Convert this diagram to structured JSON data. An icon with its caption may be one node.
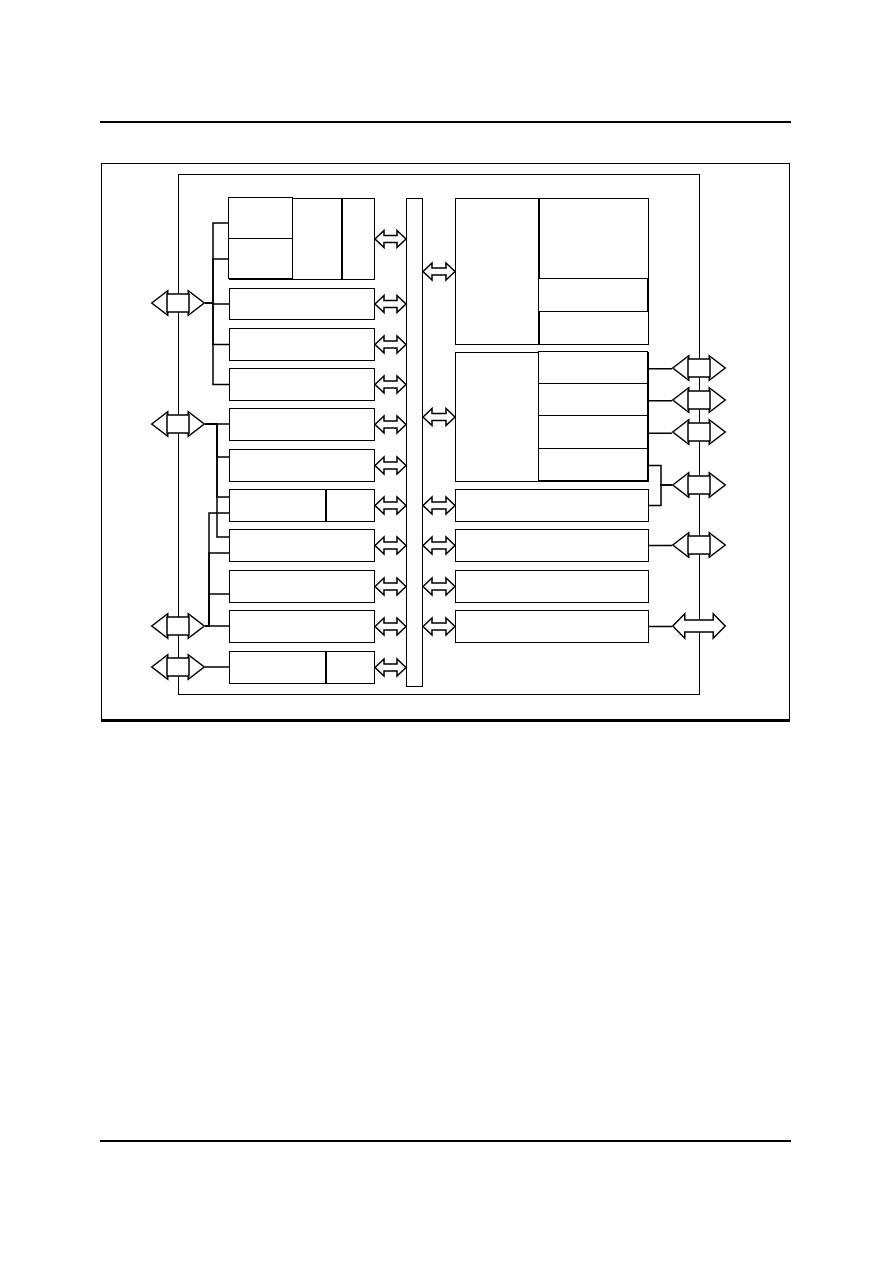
{
  "diagram": {
    "nodes": [
      {
        "text": [],
        "shape": "box"
      },
      {
        "text": [],
        "shape": "box",
        "in": 0
      },
      {
        "text": [],
        "shape": "box",
        "in": 1
      },
      {
        "text": [],
        "shape": "box",
        "in": 1
      },
      {
        "text": [],
        "shape": "box",
        "in": 0
      },
      {
        "text": [],
        "shape": "box",
        "in": 0
      },
      {
        "text": [],
        "shape": "box",
        "in": 0
      },
      {
        "text": [],
        "shape": "box",
        "in": 0
      },
      {
        "text": [],
        "shape": "box",
        "in": 0
      },
      {
        "text": [],
        "shape": "box",
        "in": 0
      },
      {
        "text": [],
        "shape": "box",
        "in": 0
      },
      {
        "text": [],
        "shape": "box",
        "in": 0
      },
      {
        "text": [],
        "shape": "box",
        "in": 0
      },
      {
        "text": [],
        "shape": "box",
        "in": 0
      },
      {
        "text": [],
        "shape": "bar",
        "in": 0
      },
      {
        "text": [],
        "shape": "box",
        "in": 0
      },
      {
        "text": [],
        "shape": "box",
        "in": 15
      },
      {
        "text": [],
        "shape": "box",
        "in": 0
      },
      {
        "text": [],
        "shape": "box",
        "in": 17
      },
      {
        "text": [],
        "shape": "box",
        "in": 17
      },
      {
        "text": [],
        "shape": "box",
        "in": 17
      },
      {
        "text": [],
        "shape": "box",
        "in": 17
      },
      {
        "text": [],
        "shape": "box",
        "in": 0
      },
      {
        "text": [],
        "shape": "box",
        "in": 0
      },
      {
        "text": [],
        "shape": "box",
        "in": 0
      },
      {
        "text": [],
        "shape": "box",
        "in": 0
      },
      {
        "text": [],
        "shape": "box"
      },
      {
        "text": [],
        "shape": "box"
      },
      {
        "text": [],
        "shape": "box"
      },
      {
        "text": [],
        "shape": "box"
      },
      {
        "text": [],
        "shape": "box"
      },
      {
        "text": [],
        "shape": "box"
      },
      {
        "text": [],
        "shape": "box"
      },
      {
        "text": [],
        "shape": "box"
      },
      {
        "text": [],
        "shape": "box"
      },
      {
        "text": [],
        "shape": "arrow"
      }
    ],
    "edges": [
      {
        "from": 26,
        "to": 2,
        "arrow": "none"
      },
      {
        "from": 26,
        "to": 3,
        "arrow": "none"
      },
      {
        "from": 26,
        "to": 4,
        "arrow": "none"
      },
      {
        "from": 26,
        "to": 5,
        "arrow": "none"
      },
      {
        "from": 26,
        "to": 6,
        "arrow": "none"
      },
      {
        "from": 27,
        "to": 7,
        "arrow": "none"
      },
      {
        "from": 27,
        "to": 8,
        "arrow": "none"
      },
      {
        "from": 27,
        "to": 9,
        "arrow": "none"
      },
      {
        "from": 27,
        "to": 10,
        "arrow": "none"
      },
      {
        "from": 28,
        "to": 9,
        "arrow": "none"
      },
      {
        "from": 28,
        "to": 10,
        "arrow": "none"
      },
      {
        "from": 28,
        "to": 11,
        "arrow": "none"
      },
      {
        "from": 28,
        "to": 12,
        "arrow": "none"
      },
      {
        "from": 29,
        "to": 13,
        "arrow": "none"
      },
      {
        "from": 1,
        "to": 14,
        "arrow": "both"
      },
      {
        "from": 4,
        "to": 14,
        "arrow": "both"
      },
      {
        "from": 5,
        "to": 14,
        "arrow": "both"
      },
      {
        "from": 6,
        "to": 14,
        "arrow": "both"
      },
      {
        "from": 7,
        "to": 14,
        "arrow": "both"
      },
      {
        "from": 8,
        "to": 14,
        "arrow": "both"
      },
      {
        "from": 9,
        "to": 14,
        "arrow": "both"
      },
      {
        "from": 10,
        "to": 14,
        "arrow": "both"
      },
      {
        "from": 11,
        "to": 14,
        "arrow": "both"
      },
      {
        "from": 12,
        "to": 14,
        "arrow": "both"
      },
      {
        "from": 13,
        "to": 14,
        "arrow": "both"
      },
      {
        "from": 14,
        "to": 15,
        "arrow": "both"
      },
      {
        "from": 14,
        "to": 17,
        "arrow": "both"
      },
      {
        "from": 14,
        "to": 22,
        "arrow": "both"
      },
      {
        "from": 14,
        "to": 23,
        "arrow": "both"
      },
      {
        "from": 14,
        "to": 24,
        "arrow": "both"
      },
      {
        "from": 14,
        "to": 25,
        "arrow": "both"
      },
      {
        "from": 18,
        "to": 30,
        "arrow": "none"
      },
      {
        "from": 19,
        "to": 31,
        "arrow": "none"
      },
      {
        "from": 20,
        "to": 32,
        "arrow": "none"
      },
      {
        "from": 21,
        "to": 33,
        "arrow": "none"
      },
      {
        "from": 22,
        "to": 33,
        "arrow": "none"
      },
      {
        "from": 23,
        "to": 34,
        "arrow": "none"
      },
      {
        "from": 25,
        "to": 35,
        "arrow": "none"
      }
    ]
  }
}
